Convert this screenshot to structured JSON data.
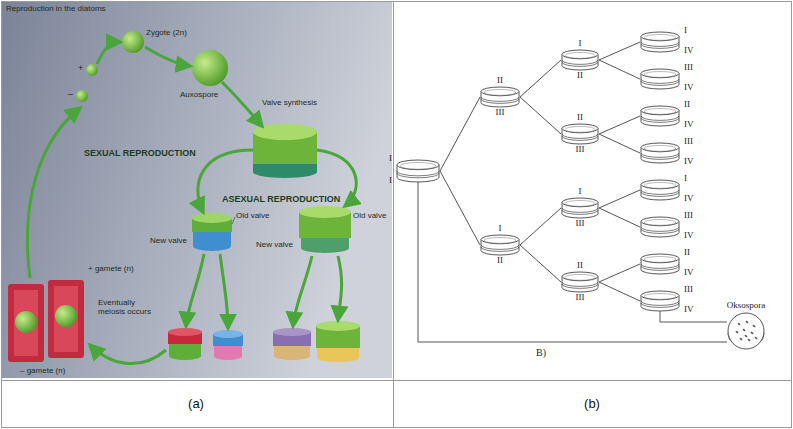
{
  "diagram": {
    "nodes": [
      {
        "text": [
          "I",
          "I"
        ]
      },
      {
        "text": [
          "II",
          "III"
        ]
      },
      {
        "text": [
          "I",
          "II"
        ]
      },
      {
        "text": [
          "I",
          "IV"
        ]
      },
      {
        "text": [
          "III",
          "IV"
        ]
      },
      {
        "text": [
          "II",
          "III"
        ]
      },
      {
        "text": [
          "II",
          "IV"
        ]
      },
      {
        "text": [
          "III",
          "IV"
        ]
      },
      {
        "text": [
          "I",
          "II"
        ]
      },
      {
        "text": [
          "I",
          "III"
        ]
      },
      {
        "text": [
          "I",
          "IV"
        ]
      },
      {
        "text": [
          "III",
          "IV"
        ]
      },
      {
        "text": [
          "II",
          "III"
        ]
      },
      {
        "text": [
          "II",
          "IV"
        ]
      },
      {
        "text": [
          "III",
          "IV"
        ]
      },
      {
        "text": [
          "Oksospora"
        ]
      }
    ],
    "edges": [
      {
        "from": 0,
        "to": 1,
        "arrow": "none"
      },
      {
        "from": 1,
        "to": 2,
        "arrow": "none"
      },
      {
        "from": 2,
        "to": 3,
        "arrow": "none"
      },
      {
        "from": 2,
        "to": 4,
        "arrow": "none"
      },
      {
        "from": 1,
        "to": 5,
        "arrow": "none"
      },
      {
        "from": 5,
        "to": 6,
        "arrow": "none"
      },
      {
        "from": 5,
        "to": 7,
        "arrow": "none"
      },
      {
        "from": 0,
        "to": 8,
        "arrow": "none"
      },
      {
        "from": 8,
        "to": 9,
        "arrow": "none"
      },
      {
        "from": 9,
        "to": 10,
        "arrow": "none"
      },
      {
        "from": 9,
        "to": 11,
        "arrow": "none"
      },
      {
        "from": 8,
        "to": 12,
        "arrow": "none"
      },
      {
        "from": 12,
        "to": 13,
        "arrow": "none"
      },
      {
        "from": 12,
        "to": 14,
        "arrow": "none"
      },
      {
        "from": 0,
        "to": 15,
        "arrow": "none"
      },
      {
        "from": 14,
        "to": 15,
        "arrow": "none"
      }
    ],
    "labels": [
      "Reproduction in the diatoms",
      "SEXUAL REPRODUCTION",
      "ASEXUAL REPRODUCTION",
      "Zygote (2n)",
      "Auxospore",
      "Valve synthesis",
      "+",
      "–",
      "+ gamete (n)",
      "– gamete (n)",
      "Old valve",
      "New valve",
      "Old valve",
      "New valve",
      "Eventually meiosis occurs",
      "B)",
      "(a)",
      "(b)"
    ]
  }
}
